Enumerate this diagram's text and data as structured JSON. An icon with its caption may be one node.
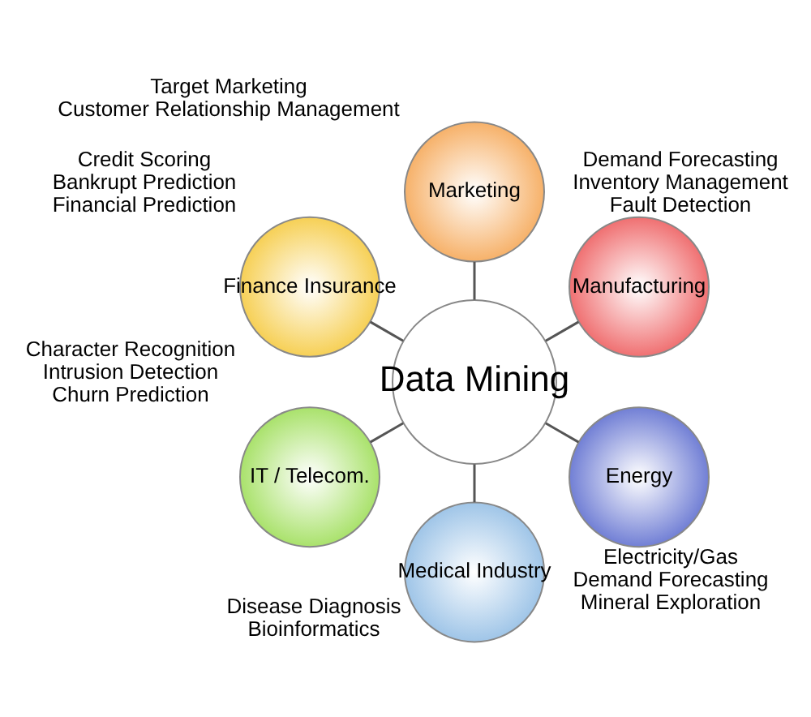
{
  "diagram": {
    "nodes": [
      {
        "text": [
          "Data Mining"
        ]
      },
      {
        "text": [
          "Manufacturing"
        ],
        "beside": [
          "Demand Forecasting",
          "Inventory Management",
          "Fault Detection"
        ]
      },
      {
        "text": [
          "Marketing"
        ],
        "beside": [
          "Target Marketing",
          "Customer Relationship Management"
        ]
      },
      {
        "text": [
          "Finance Insurance"
        ],
        "beside": [
          "Credit Scoring",
          "Bankrupt Prediction",
          "Financial Prediction"
        ]
      },
      {
        "text": [
          "IT / Telecom."
        ],
        "beside": [
          "Character Recognition",
          "Intrusion Detection",
          "Churn Prediction"
        ]
      },
      {
        "text": [
          "Medical Industry"
        ],
        "beside": [
          "Disease Diagnosis",
          "Bioinformatics"
        ]
      },
      {
        "text": [
          "Energy"
        ],
        "beside": [
          "Electricity/Gas",
          "Demand Forecasting",
          "Mineral Exploration"
        ]
      }
    ],
    "edges": [
      {
        "from": 0,
        "to": 1,
        "arrow": "none"
      },
      {
        "from": 0,
        "to": 2,
        "arrow": "none"
      },
      {
        "from": 0,
        "to": 3,
        "arrow": "none"
      },
      {
        "from": 0,
        "to": 4,
        "arrow": "none"
      },
      {
        "from": 0,
        "to": 5,
        "arrow": "none"
      },
      {
        "from": 0,
        "to": 6,
        "arrow": "none"
      }
    ]
  }
}
